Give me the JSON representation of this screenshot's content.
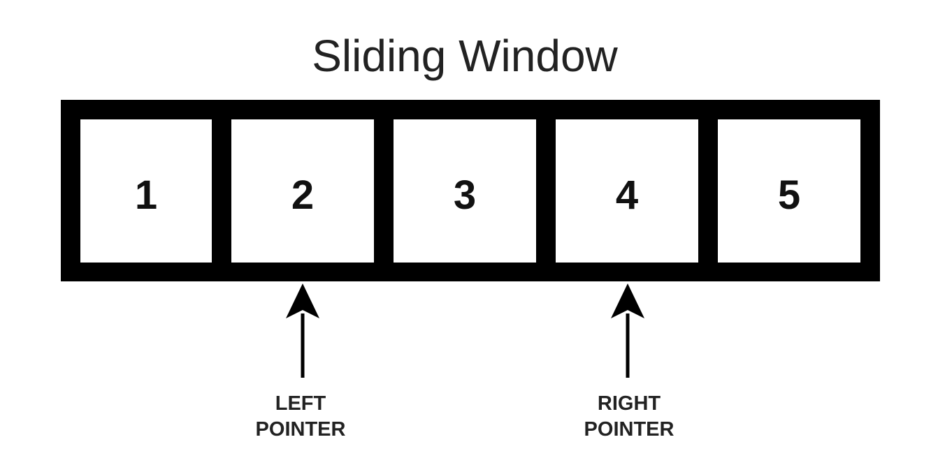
{
  "title": "Sliding Window",
  "cells": [
    "1",
    "2",
    "3",
    "4",
    "5"
  ],
  "pointers": {
    "left": {
      "line1": "LEFT",
      "line2": "POINTER",
      "cell_index": 2
    },
    "right": {
      "line1": "RIGHT",
      "line2": "POINTER",
      "cell_index": 4
    }
  },
  "colors": {
    "frame": "#000000",
    "cell_fill": "#ffffff",
    "text": "#222222"
  }
}
